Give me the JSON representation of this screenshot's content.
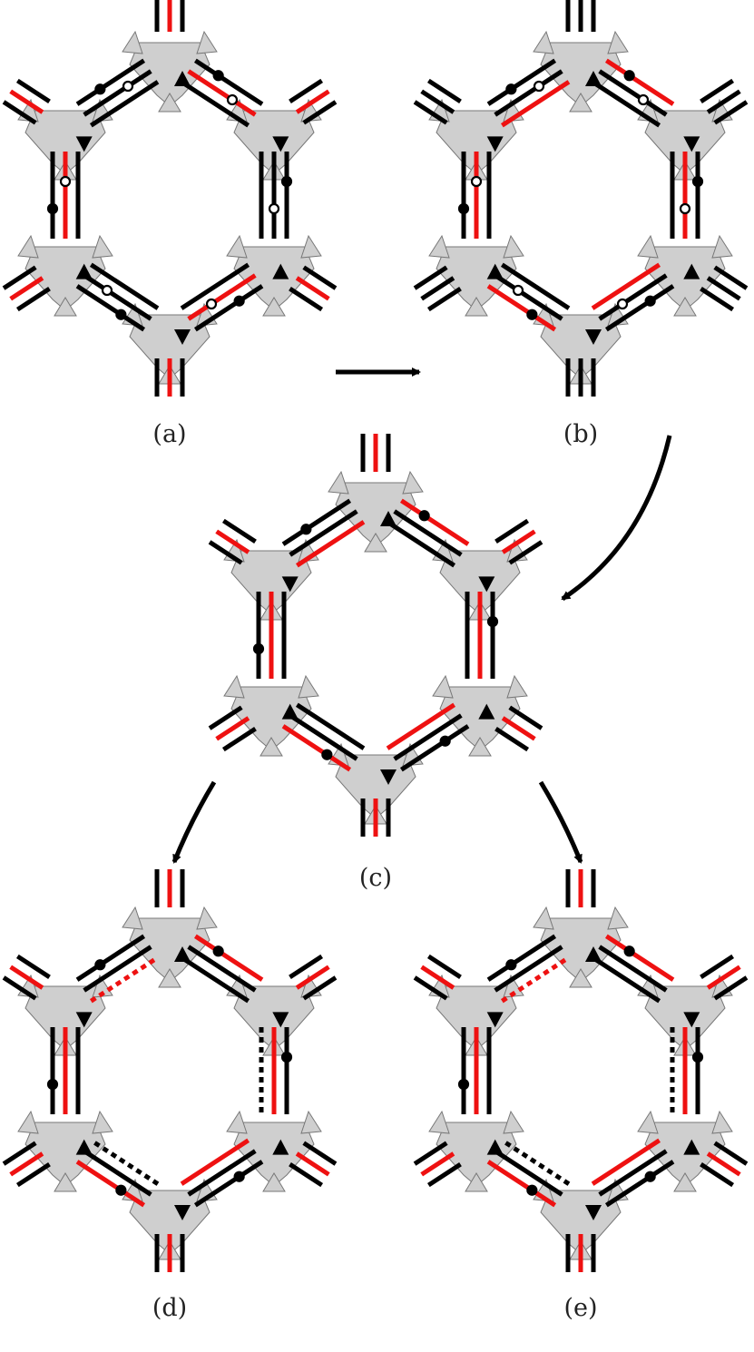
{
  "figure": {
    "panels": [
      {
        "id": "a",
        "label": "(a)"
      },
      {
        "id": "b",
        "label": "(b)"
      },
      {
        "id": "c",
        "label": "(c)"
      },
      {
        "id": "d",
        "label": "(d)"
      },
      {
        "id": "e",
        "label": "(e)"
      }
    ],
    "colors": {
      "black_strand": "#000000",
      "red_strand": "#ee1111",
      "vertex_fill": "#cfcfcf",
      "vertex_edge": "#777777",
      "marker_black": "#000000",
      "marker_white": "#ffffff"
    },
    "arrows": [
      {
        "from": "a",
        "to": "b"
      },
      {
        "from": "b",
        "to": "c"
      },
      {
        "from": "c",
        "to": "d"
      },
      {
        "from": "c",
        "to": "e"
      }
    ]
  }
}
